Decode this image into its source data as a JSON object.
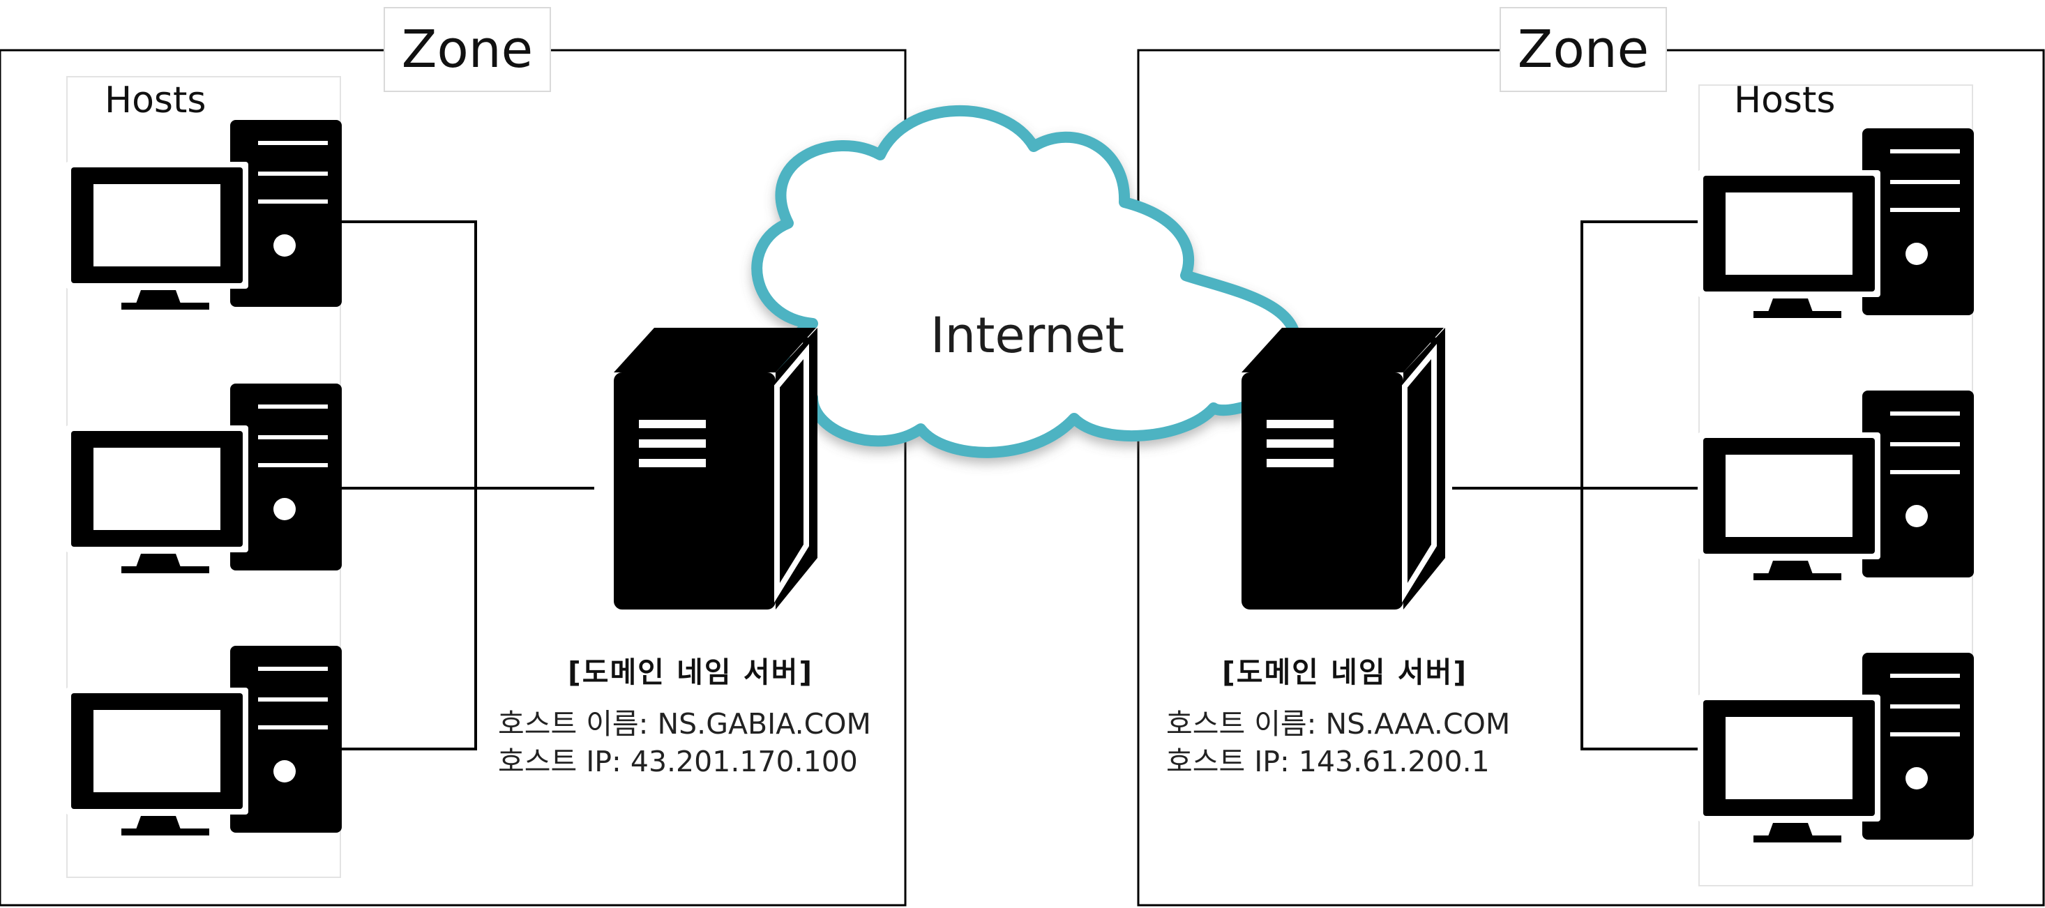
{
  "left_zone": {
    "zone_label": "Zone",
    "hosts_label": "Hosts",
    "server": {
      "title": "[도메인 네임 서버]",
      "host_name": "호스트 이름: NS.GABIA.COM",
      "host_ip": "호스트 IP: 43.201.170.100"
    }
  },
  "right_zone": {
    "zone_label": "Zone",
    "hosts_label": "Hosts",
    "server": {
      "title": "[도메인 네임 서버]",
      "host_name": "호스트 이름: NS.AAA.COM",
      "host_ip": "호스트 IP: 143.61.200.1"
    }
  },
  "cloud": {
    "label": "Internet"
  },
  "colors": {
    "cloud_stroke": "#4db3c2",
    "device_fill": "#000000",
    "line": "#000000"
  },
  "icons": [
    "desktop-computer-icon",
    "server-icon",
    "cloud-icon"
  ]
}
